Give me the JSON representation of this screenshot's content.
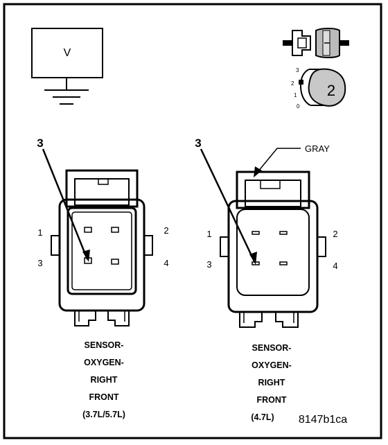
{
  "meter": {
    "label": "V"
  },
  "probe_selector": {
    "label": "2",
    "scale": [
      "3",
      "2",
      "1",
      "0"
    ]
  },
  "connector_left": {
    "probe_pin": "3",
    "pins": {
      "p1": "1",
      "p2": "2",
      "p3": "3",
      "p4": "4"
    },
    "caption": [
      "SENSOR-",
      "OXYGEN-",
      "RIGHT",
      "FRONT",
      "(3.7L/5.7L)"
    ]
  },
  "connector_right": {
    "probe_pin": "3",
    "color_callout": "GRAY",
    "pins": {
      "p1": "1",
      "p2": "2",
      "p3": "3",
      "p4": "4"
    },
    "caption": [
      "SENSOR-",
      "OXYGEN-",
      "RIGHT",
      "FRONT",
      "(4.7L)"
    ]
  },
  "figure_code": "8147b1ca"
}
